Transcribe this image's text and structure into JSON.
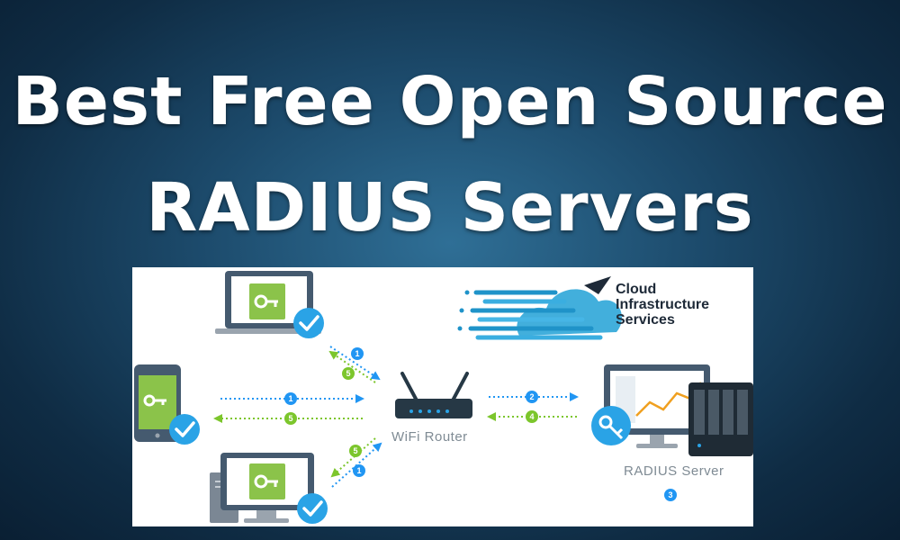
{
  "title": {
    "line1": "Best Free Open Source",
    "line2": "RADIUS Servers"
  },
  "diagram": {
    "router_label": "WiFi Router",
    "server_label": "RADIUS Server",
    "server_step": "3",
    "brand": {
      "line1": "Cloud",
      "line2": "Infrastructure",
      "line3": "Services"
    },
    "steps": {
      "laptop_request": "1",
      "laptop_response": "5",
      "phone_request": "1",
      "phone_response": "5",
      "desktop_response": "5",
      "desktop_request": "1",
      "router_to_server": "2",
      "server_to_router": "4"
    },
    "colors": {
      "request": "#2196f3",
      "response": "#7cc62c",
      "screen": "#8bc34a",
      "check": "#2aa3e6",
      "device": "#455a6f"
    }
  }
}
